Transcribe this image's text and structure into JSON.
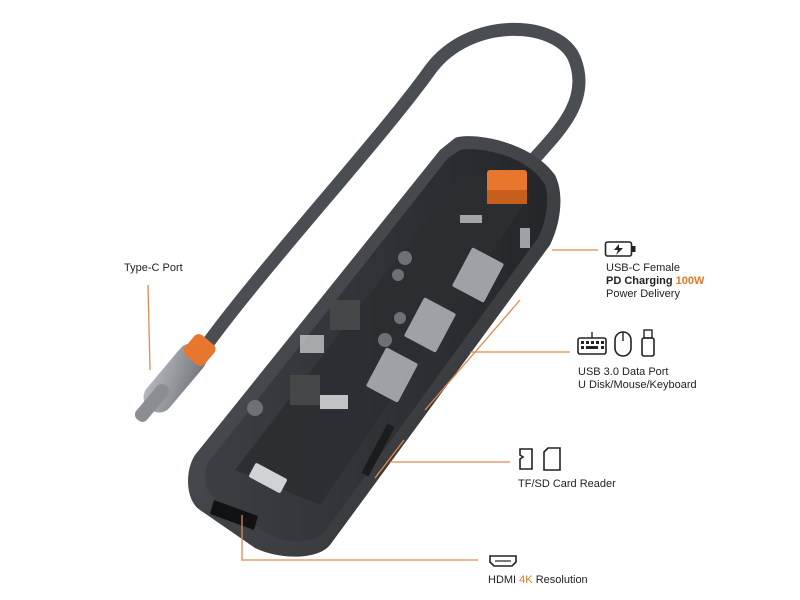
{
  "colors": {
    "accent": "#e8772e",
    "cable": "#4a4d52",
    "shell": "#3a3c40",
    "leader": "#e08a4e"
  },
  "callouts": {
    "typec": {
      "label": "Type-C Port"
    },
    "pd": {
      "line1": "USB-C Female",
      "line2_prefix": "PD Charging ",
      "line2_value": "100W",
      "line3": "Power Delivery",
      "icon": "battery-charging-icon"
    },
    "usb": {
      "line1": "USB 3.0 Data Port",
      "line2": "U Disk/Mouse/Keyboard",
      "icons": [
        "keyboard-icon",
        "mouse-icon",
        "usb-drive-icon"
      ]
    },
    "card": {
      "line1": "TF/SD Card Reader",
      "icons": [
        "tf-card-icon",
        "sd-card-icon"
      ]
    },
    "hdmi": {
      "line1_prefix": "HDMI ",
      "line1_value": "4K",
      "line1_suffix": " Resolution",
      "icon": "hdmi-port-icon"
    }
  }
}
